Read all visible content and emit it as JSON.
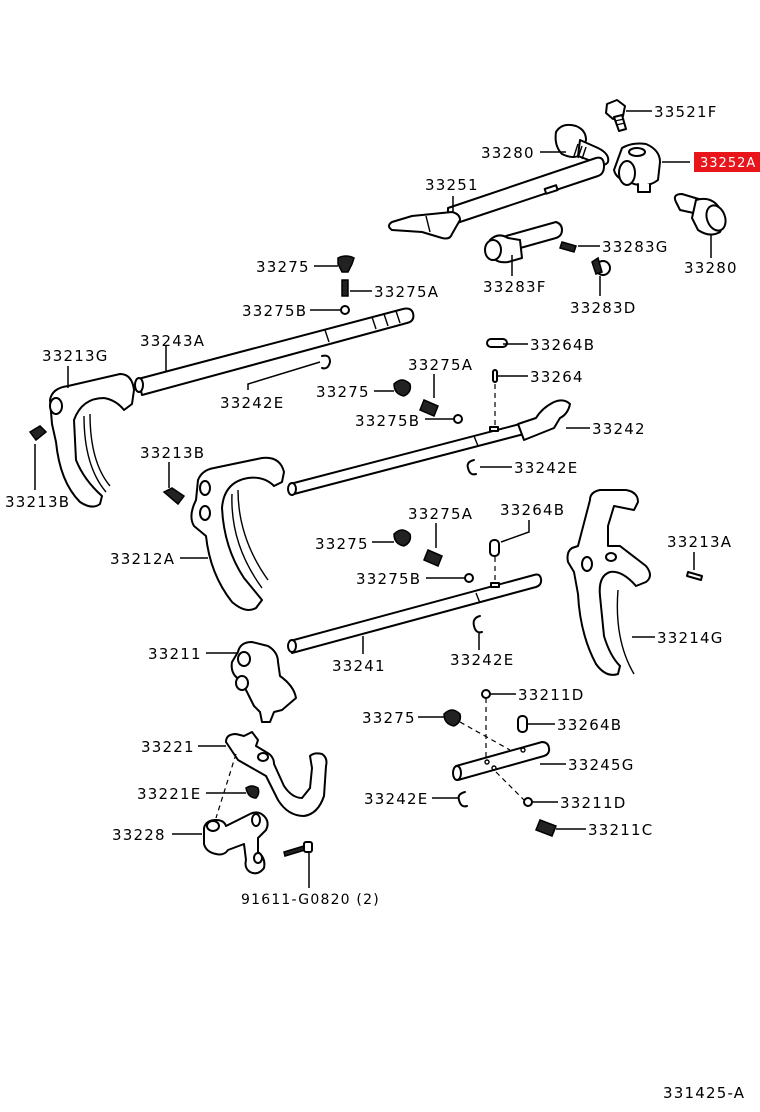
{
  "diagram": {
    "title": "Shift fork & shift rail assembly",
    "reference_code": "331425-A",
    "highlight_color": "#e8151b",
    "highlighted_part": "33252A",
    "labels": {
      "p33521F": "33521F",
      "p33280_top": "33280",
      "p33252A": "33252A",
      "p33251": "33251",
      "p33283G": "33283G",
      "p33280_right": "33280",
      "p33275_a": "33275",
      "p33283F": "33283F",
      "p33283D": "33283D",
      "p33275A_a": "33275A",
      "p33275B_a": "33275B",
      "p33243A": "33243A",
      "p33213G": "33213G",
      "p33264B_a": "33264B",
      "p33275A_b": "33275A",
      "p33264": "33264",
      "p33275_b": "33275",
      "p33242E_a": "33242E",
      "p33275B_b": "33275B",
      "p33242": "33242",
      "p33213B_left": "33213B",
      "p33213B_mid": "33213B",
      "p33242E_b": "33242E",
      "p33275A_c": "33275A",
      "p33264B_b": "33264B",
      "p33213A": "33213A",
      "p33275_c": "33275",
      "p33212A": "33212A",
      "p33275B_c": "33275B",
      "p33214G": "33214G",
      "p33211": "33211",
      "p33241": "33241",
      "p33242E_c": "33242E",
      "p33211D_a": "33211D",
      "p33275_d": "33275",
      "p33264B_c": "33264B",
      "p33221": "33221",
      "p33245G": "33245G",
      "p33221E": "33221E",
      "p33242E_d": "33242E",
      "p33211D_b": "33211D",
      "p33211C": "33211C",
      "p33228": "33228",
      "p91611": "91611-G0820 (2)"
    }
  }
}
